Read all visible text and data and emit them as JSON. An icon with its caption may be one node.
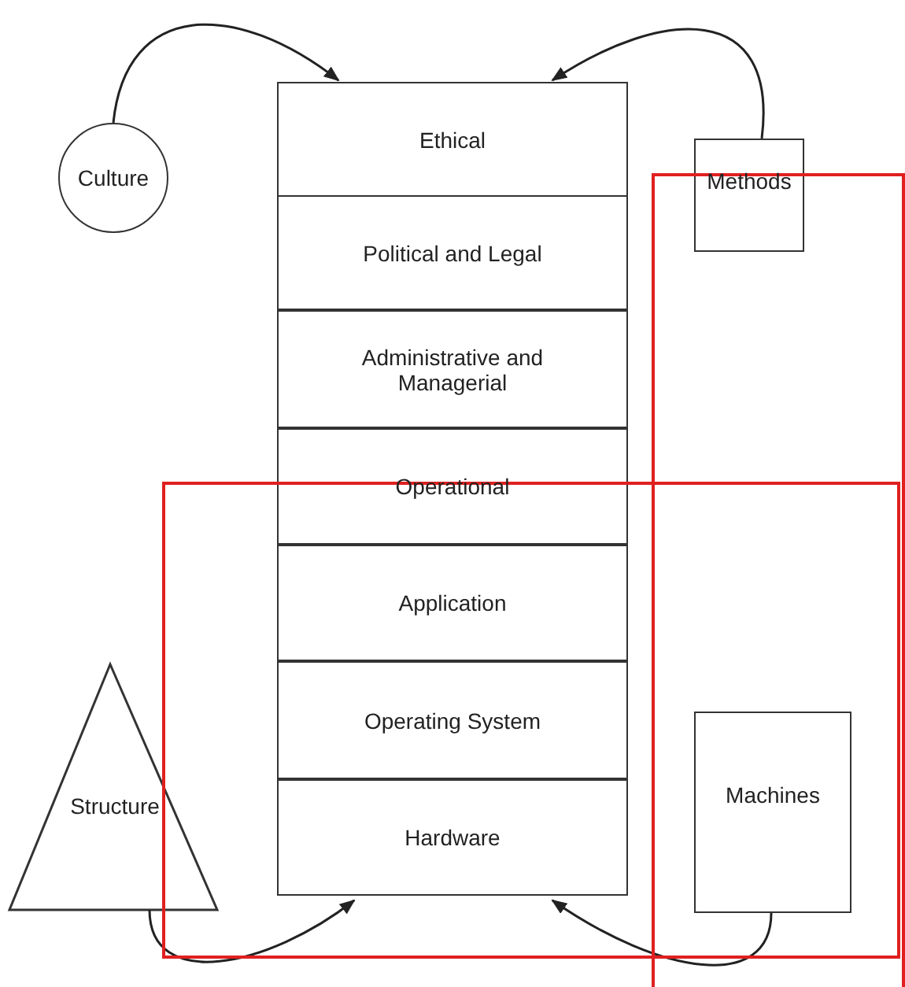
{
  "diagram": {
    "nodes": [
      {
        "text": [
          "Culture"
        ]
      },
      {
        "text": [
          "Methods"
        ]
      },
      {
        "text": [
          "Ethical"
        ]
      },
      {
        "text": [
          "Political and Legal"
        ]
      },
      {
        "text": [
          "Administrative and Managerial"
        ]
      },
      {
        "text": [
          "Operational"
        ]
      },
      {
        "text": [
          "Application"
        ]
      },
      {
        "text": [
          "Operating System"
        ]
      },
      {
        "text": [
          "Hardware"
        ]
      },
      {
        "text": [
          "Structure"
        ]
      },
      {
        "text": [
          "Machines"
        ]
      }
    ],
    "edges": [
      {
        "from": 0,
        "to": 2,
        "arrow": "to"
      },
      {
        "from": 1,
        "to": 2,
        "arrow": "to"
      },
      {
        "from": 9,
        "to": 8,
        "arrow": "to"
      },
      {
        "from": 10,
        "to": 8,
        "arrow": "to"
      }
    ]
  }
}
